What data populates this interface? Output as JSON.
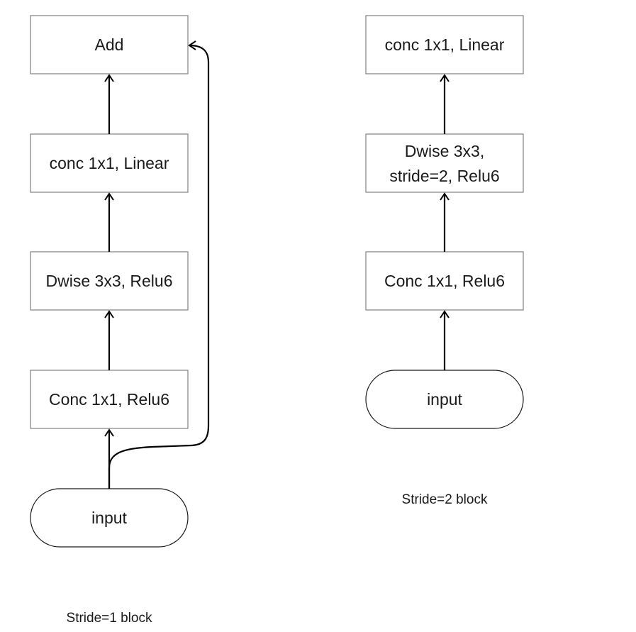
{
  "stride1": {
    "input": "input",
    "conv_expand": "Conc 1x1, Relu6",
    "dwise": "Dwise 3x3, Relu6",
    "conv_project": "conc 1x1, Linear",
    "add": "Add",
    "caption": "Stride=1 block"
  },
  "stride2": {
    "input": "input",
    "conv_expand": "Conc 1x1, Relu6",
    "dwise_line1": "Dwise 3x3,",
    "dwise_line2": "stride=2, Relu6",
    "conv_project": "conc 1x1, Linear",
    "caption": "Stride=2 block"
  }
}
